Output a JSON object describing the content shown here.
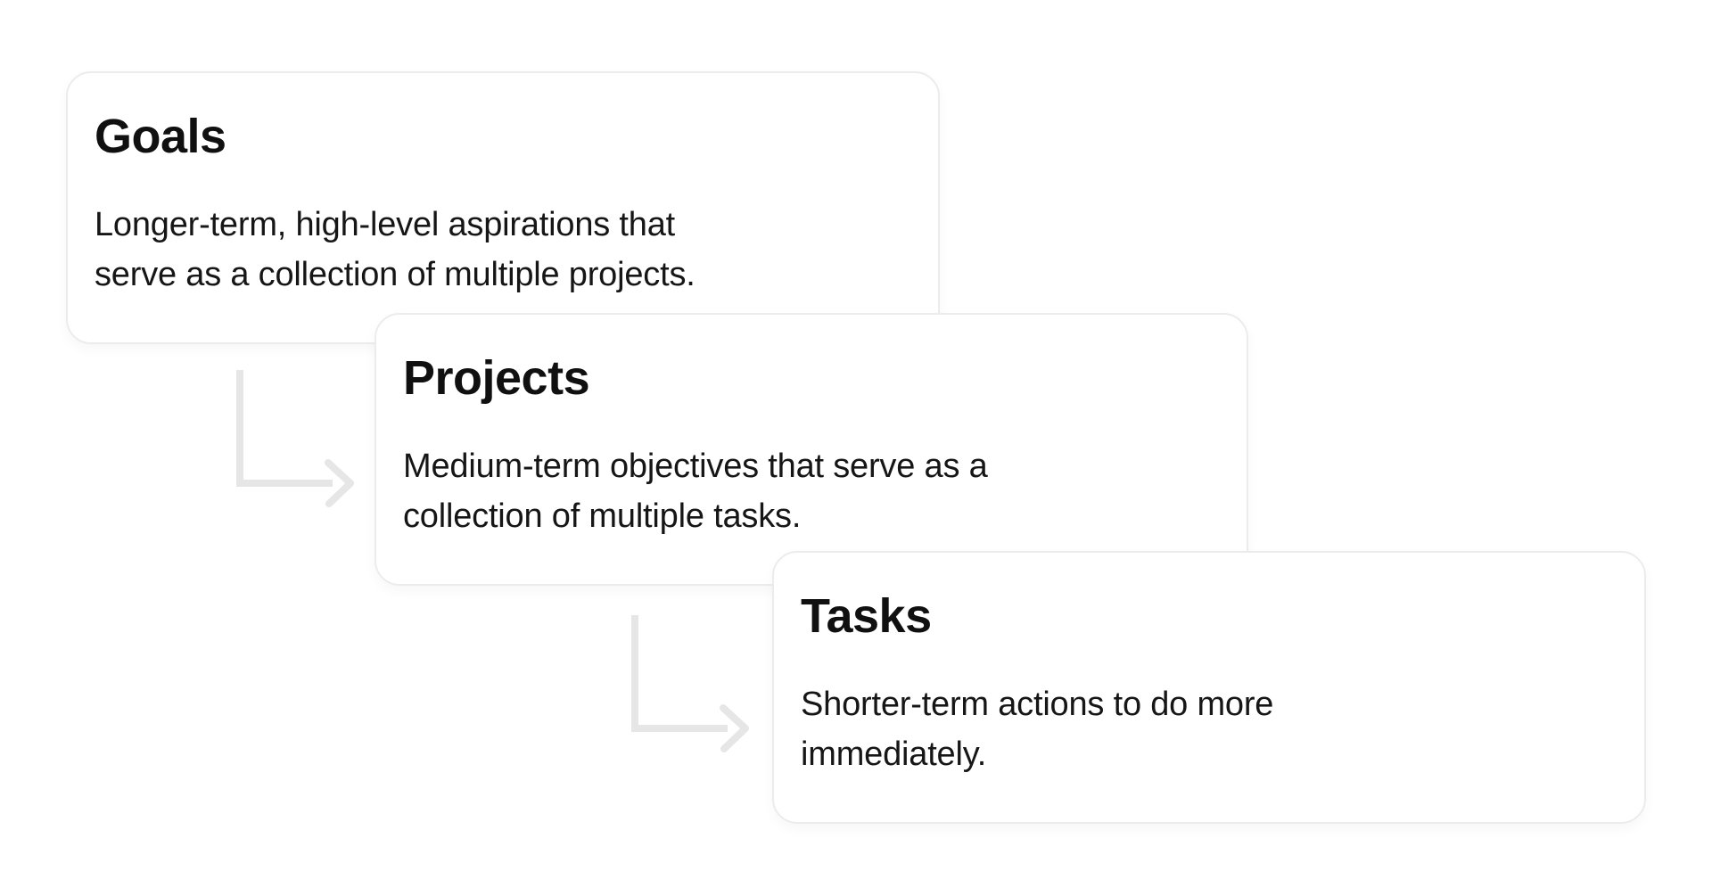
{
  "diagram": {
    "cards": [
      {
        "id": "goals",
        "title": "Goals",
        "description_lines": [
          "Longer-term, high-level aspirations that",
          "serve as a collection of multiple projects."
        ]
      },
      {
        "id": "projects",
        "title": "Projects",
        "description_lines": [
          "Medium-term objectives that serve as a",
          "collection of multiple tasks."
        ]
      },
      {
        "id": "tasks",
        "title": "Tasks",
        "description_lines": [
          "Shorter-term actions to do more",
          "immediately."
        ]
      }
    ],
    "connectors": [
      {
        "from": "Goals",
        "to": "Projects",
        "icon": "elbow-arrow-icon"
      },
      {
        "from": "Projects",
        "to": "Tasks",
        "icon": "elbow-arrow-icon"
      }
    ],
    "colors": {
      "page_background": "#ffffff",
      "card_background": "#ffffff",
      "card_border": "#ececec",
      "title_text": "#101010",
      "body_text": "#161616",
      "arrow": "#e6e6e6"
    }
  }
}
